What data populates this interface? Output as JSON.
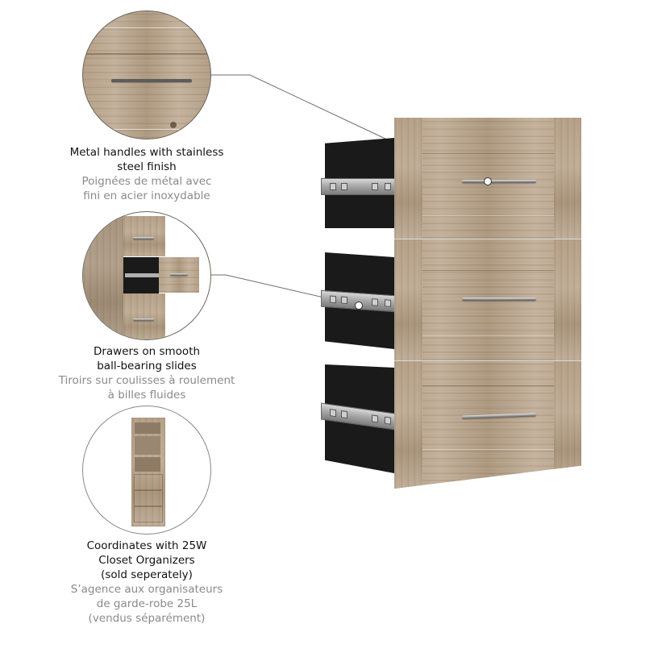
{
  "features": [
    {
      "id": "handles",
      "title_en_line1": "Metal handles with stainless",
      "title_en_line2": "steel finish",
      "title_fr_line1": "Poignées de métal avec",
      "title_fr_line2": "fini en acier inoxydable",
      "icon": "handle-closeup-image"
    },
    {
      "id": "slides",
      "title_en_line1": "Drawers on smooth",
      "title_en_line2": "ball-bearing slides",
      "title_fr_line1": "Tiroirs sur coulisses à roulement",
      "title_fr_line2": "à billes fluides",
      "icon": "drawer-slide-closeup-image"
    },
    {
      "id": "coordinates",
      "title_en_line1": "Coordinates with 25W",
      "title_en_line2": "Closet Organizers",
      "title_en_line3": "(sold seperately)",
      "title_fr_line1": "S’agence aux organisateurs",
      "title_fr_line2": "de garde-robe 25L",
      "title_fr_line3": "(vendus séparément)",
      "icon": "closet-organizer-image"
    }
  ],
  "product": {
    "drawer_count": 3,
    "finish": "rustic wood",
    "colors": {
      "wood": "#b8a48c",
      "drawer_box": "#1a1a1a",
      "slide": "#a9a9a9",
      "callout_line": "#6e6e6e",
      "caption_en": "#111111",
      "caption_fr": "#8a8a8a"
    }
  }
}
